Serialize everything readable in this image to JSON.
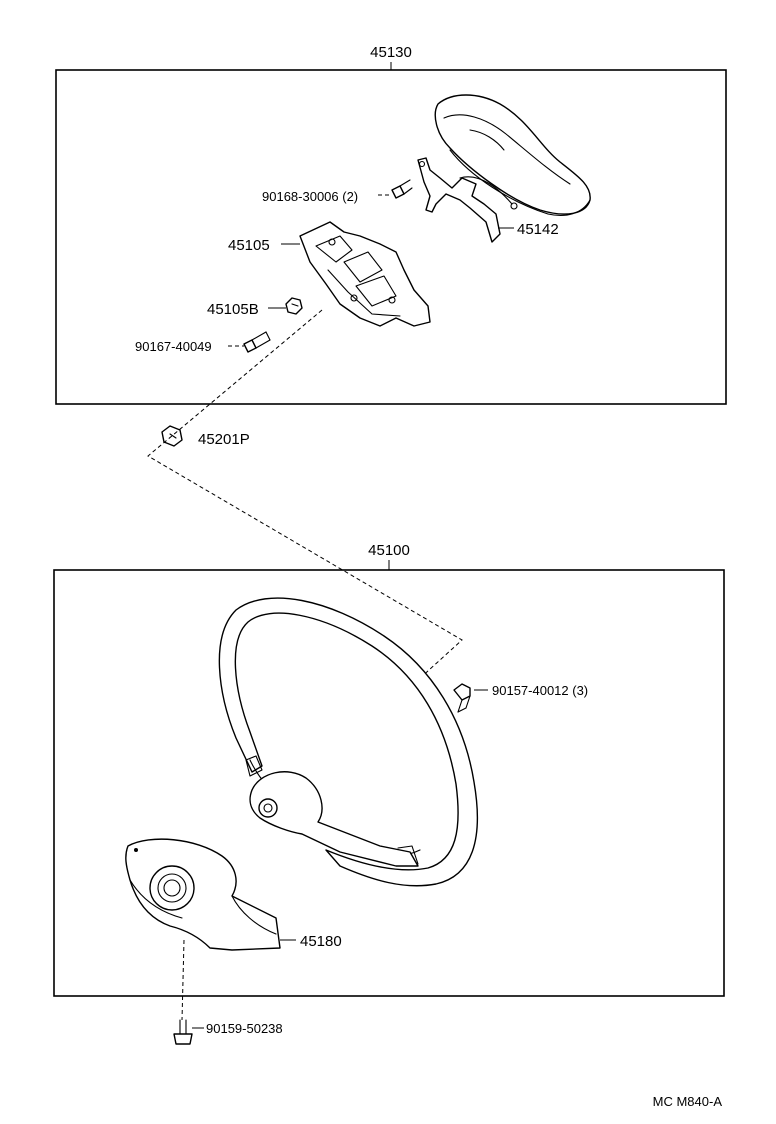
{
  "groups": {
    "upper": {
      "part_no": "45130"
    },
    "lower": {
      "part_no": "45100"
    }
  },
  "parts": {
    "pad_wiring": "45142",
    "bolt_upper": "90168-30006 (2)",
    "pad_bracket": "45105",
    "bracket_nut": "45105B",
    "bolt_small": "90167-40049",
    "horn_button_clip": "45201P",
    "wheel_bolt": "90157-40012 (3)",
    "column_cover": "45180",
    "cover_screw": "90159-50238"
  },
  "footer": {
    "code": "MC  M840-A"
  }
}
